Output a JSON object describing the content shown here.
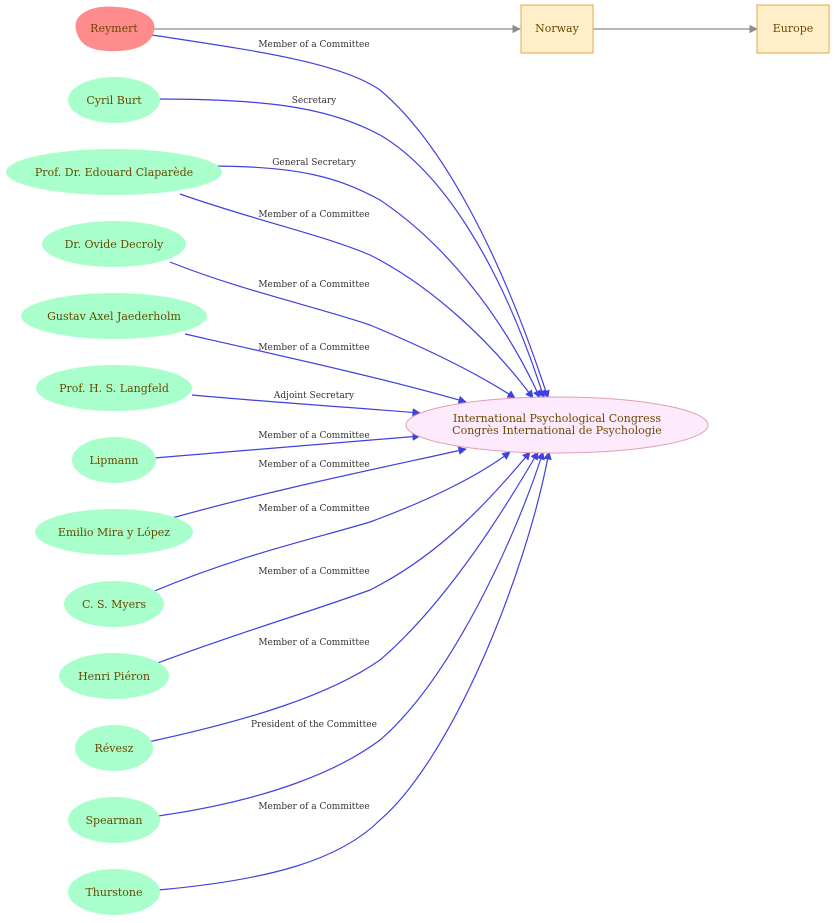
{
  "colors": {
    "person_fill": "#a9ffcb",
    "highlight_fill": "#ff8c8c",
    "box_fill": "#ffefc8",
    "box_stroke": "#e0a848",
    "center_fill": "#fdeafd",
    "center_stroke": "#e0a0b0",
    "edge_blue": "#4040e0",
    "edge_gray": "#8c8c8c",
    "text": "#6b4a00"
  },
  "center": {
    "line1": "International Psychological Congress",
    "line2": "Congrès International de Psychologie"
  },
  "people": [
    {
      "name": "Reymert",
      "relation": "Member of a Committee",
      "highlight": true
    },
    {
      "name": "Cyril Burt",
      "relation": "Secretary"
    },
    {
      "name": "Prof. Dr. Edouard Claparède",
      "relation": "General Secretary",
      "relation2": "Member of a Committee"
    },
    {
      "name": "Dr. Ovide Decroly",
      "relation": "Member of a Committee"
    },
    {
      "name": "Gustav Axel Jaederholm",
      "relation": "Member of a Committee"
    },
    {
      "name": "Prof. H. S. Langfeld",
      "relation": "Adjoint Secretary"
    },
    {
      "name": "Lipmann",
      "relation": "Member of a Committee"
    },
    {
      "name": "Emilio Mira y López",
      "relation": "Member of a Committee"
    },
    {
      "name": "C. S. Myers",
      "relation": "Member of a Committee"
    },
    {
      "name": "Henri Piéron",
      "relation": "Member of a Committee"
    },
    {
      "name": "Révesz",
      "relation": "Member of a Committee"
    },
    {
      "name": "Spearman",
      "relation": "President of the Committee"
    },
    {
      "name": "Thurstone",
      "relation": "Member of a Committee"
    }
  ],
  "places": [
    {
      "name": "Norway"
    },
    {
      "name": "Europe"
    }
  ]
}
